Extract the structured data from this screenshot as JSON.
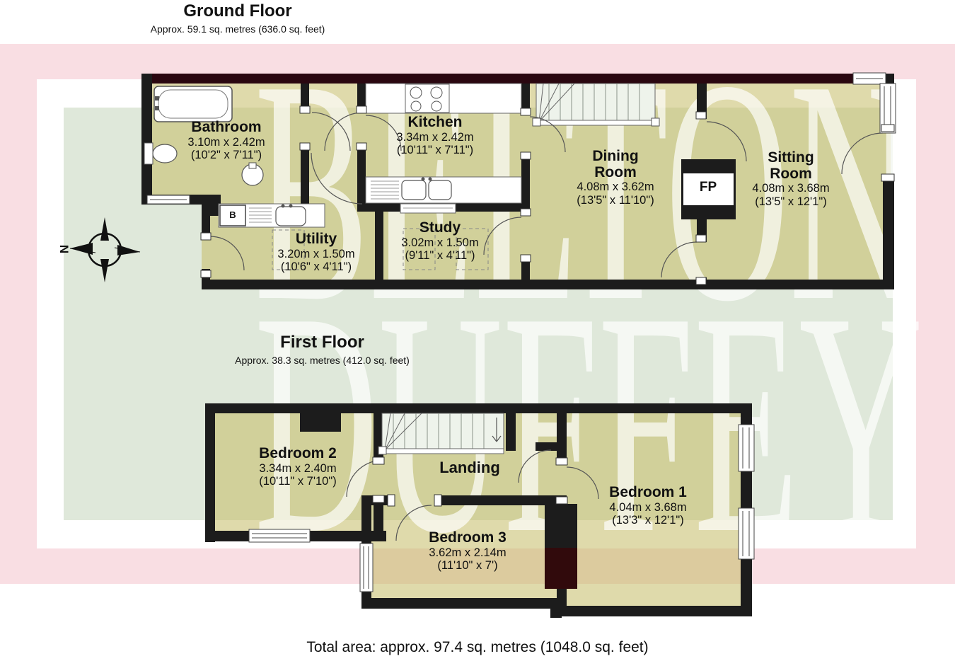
{
  "page": {
    "background": "#ffffff",
    "panel_color": "#f9dee3",
    "frame_color": "#ffffff",
    "watermark_block_color": "#dfe8da",
    "room_tint": "rgba(197,188,102,0.55)",
    "wall_color": "#1c1c1c",
    "exterior_wall_color": "#2a0710"
  },
  "watermark": {
    "line1": "BELTON",
    "line2": "DUFFEY"
  },
  "compass": {
    "north_label": "N"
  },
  "ground_floor": {
    "title": "Ground Floor",
    "subtitle": "Approx. 59.1 sq. metres (636.0 sq. feet)",
    "fireplace_label": "FP",
    "boiler_label": "B",
    "rooms": [
      {
        "name": "Bathroom",
        "dims_metric": "3.10m x 2.42m",
        "dims_imperial": "(10'2\" x 7'11\")"
      },
      {
        "name": "Kitchen",
        "dims_metric": "3.34m x 2.42m",
        "dims_imperial": "(10'11\" x 7'11\")"
      },
      {
        "name": "Dining Room",
        "dims_metric": "4.08m x 3.62m",
        "dims_imperial": "(13'5\" x 11'10\")"
      },
      {
        "name": "Sitting Room",
        "dims_metric": "4.08m x 3.68m",
        "dims_imperial": "(13'5\" x 12'1\")"
      },
      {
        "name": "Utility",
        "dims_metric": "3.20m x 1.50m",
        "dims_imperial": "(10'6\" x 4'11\")"
      },
      {
        "name": "Study",
        "dims_metric": "3.02m x 1.50m",
        "dims_imperial": "(9'11\" x 4'11\")"
      }
    ]
  },
  "first_floor": {
    "title": "First Floor",
    "subtitle": "Approx. 38.3 sq. metres (412.0 sq. feet)",
    "rooms": [
      {
        "name": "Bedroom 2",
        "dims_metric": "3.34m x 2.40m",
        "dims_imperial": "(10'11\" x 7'10\")"
      },
      {
        "name": "Landing"
      },
      {
        "name": "Bedroom 1",
        "dims_metric": "4.04m x 3.68m",
        "dims_imperial": "(13'3\" x 12'1\")"
      },
      {
        "name": "Bedroom 3",
        "dims_metric": "3.62m x 2.14m",
        "dims_imperial": "(11'10\" x 7')"
      }
    ]
  },
  "footer": {
    "total_area": "Total area: approx. 97.4 sq. metres (1048.0 sq. feet)"
  }
}
